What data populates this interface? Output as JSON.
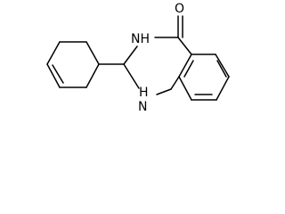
{
  "molecule": {
    "atoms": {
      "oxygen": "O",
      "nh_upper": "NH",
      "nh_lower": "H",
      "nh_lower_n": "N"
    },
    "colors": {
      "bond": "#000000",
      "background": "#ffffff"
    }
  }
}
